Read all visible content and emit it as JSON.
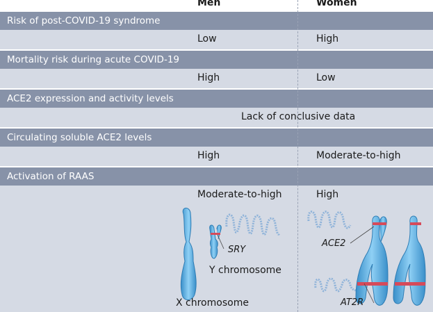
{
  "header": {
    "men": "Men",
    "women": "Women"
  },
  "sections": [
    {
      "title": "Risk of post-COVID-19 syndrome",
      "men": "Low",
      "women": "High"
    },
    {
      "title": "Mortality risk during acute COVID-19",
      "men": "High",
      "women": "Low"
    },
    {
      "title": "ACE2 expression and activity levels",
      "shared": "Lack of conclusive data"
    },
    {
      "title": "Circulating soluble ACE2 levels",
      "men": "High",
      "women": "Moderate-to-high"
    },
    {
      "title": "Activation of RAAS",
      "men": "Moderate-to-high",
      "women": "High"
    }
  ],
  "illustration": {
    "x_chromosome": "X chromosome",
    "y_chromosome": "Y chromosome",
    "sry": "SRY",
    "ace2": "ACE2",
    "at2r": "AT2R"
  },
  "colors": {
    "header_bar": "#8792a8",
    "row_bg": "#d5dae4",
    "chromosome": "#6fb8e8",
    "chromosome_dark": "#3a8fc9",
    "band": "#d64a5a"
  }
}
